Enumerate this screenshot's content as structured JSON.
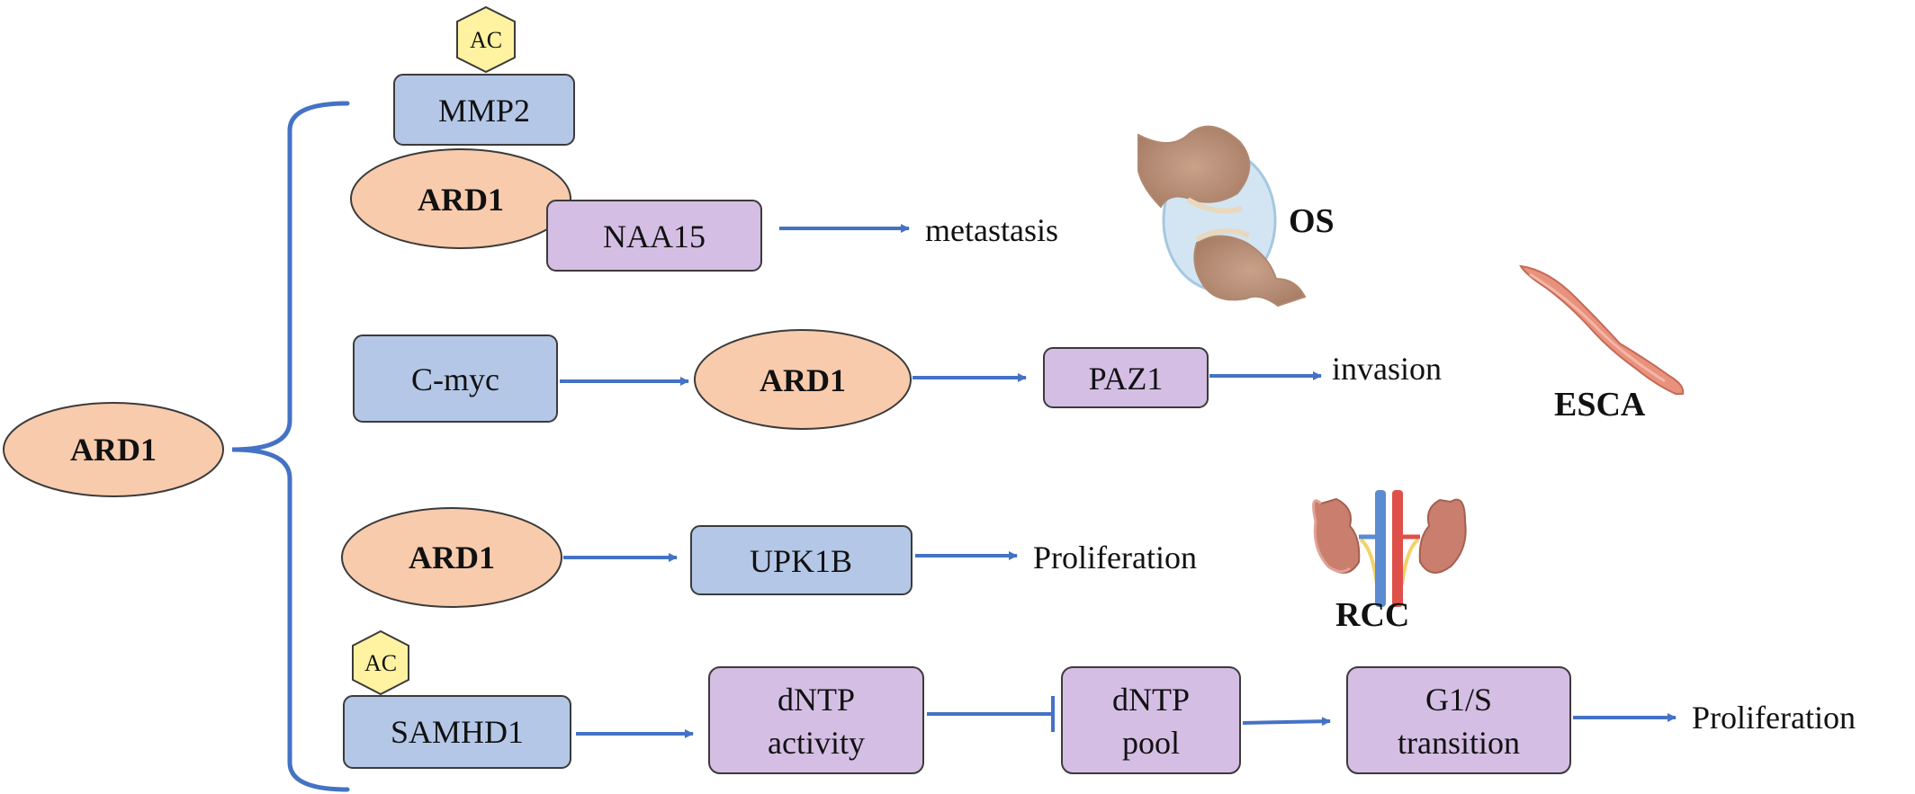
{
  "colors": {
    "ellipse_fill": "#F8CBAD",
    "blue_box_fill": "#B4C7E7",
    "purple_box_fill": "#D5BEE4",
    "hexagon_fill": "#FFF2A0",
    "arrow": "#4472C4",
    "box_stroke": "#3B3B3B"
  },
  "root": {
    "label": "ARD1"
  },
  "row1": {
    "ac": "AC",
    "mmp2": "MMP2",
    "ard1": "ARD1",
    "naa15": "NAA15",
    "outcome": "metastasis",
    "organ_label": "OS",
    "organ_icon": "bone-joint-icon"
  },
  "row2": {
    "cmyc": "C-myc",
    "ard1": "ARD1",
    "paz1": "PAZ1",
    "outcome": "invasion",
    "organ_label": "ESCA",
    "organ_icon": "esophagus-icon"
  },
  "row3": {
    "ard1": "ARD1",
    "upk1b": "UPK1B",
    "outcome": "Proliferation",
    "organ_label": "RCC",
    "organ_icon": "kidney-icon"
  },
  "row4": {
    "ac": "AC",
    "samhd1": "SAMHD1",
    "dntp_activity": [
      "dNTP",
      "activity"
    ],
    "dntp_pool": [
      "dNTP",
      "pool"
    ],
    "g1s": [
      "G1/S",
      "transition"
    ],
    "outcome": "Proliferation"
  }
}
